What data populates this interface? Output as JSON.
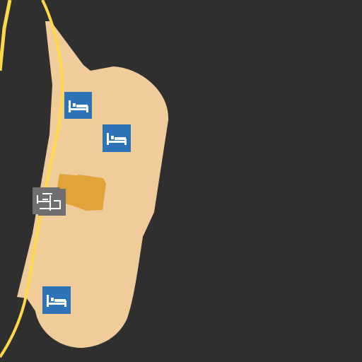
{
  "map": {
    "colors": {
      "background": "#2f2f2f",
      "landuse": "#f0cc9b",
      "road": "#ffd84a",
      "building": "#e2a43a",
      "poi_blue": "#2c73b8",
      "poi_gray": "#6f6f6f",
      "icon_fg": "#ffffff"
    },
    "pois": [
      {
        "id": "hotel-1",
        "icon": "bed-icon",
        "category": "lodging"
      },
      {
        "id": "hotel-2",
        "icon": "bed-icon",
        "category": "lodging"
      },
      {
        "id": "hotel-3",
        "icon": "bed-icon",
        "category": "lodging"
      },
      {
        "id": "poi-gray",
        "icon": "hostel-icon",
        "category": "lodging-gray"
      }
    ]
  }
}
